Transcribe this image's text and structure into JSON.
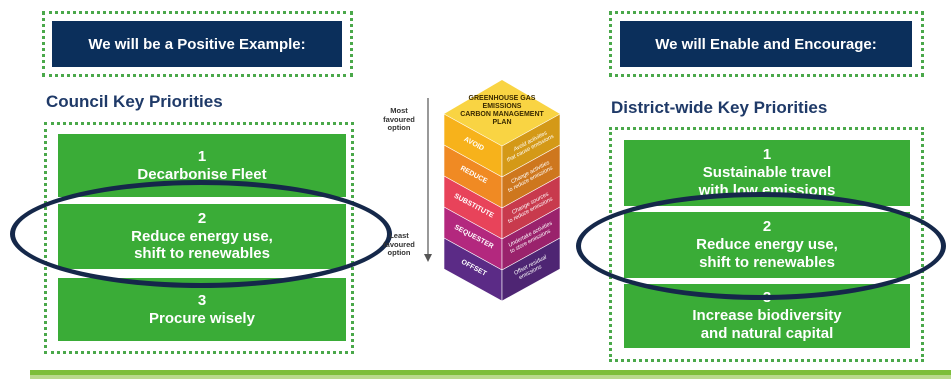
{
  "left_panel": {
    "banner": "We will be a Positive Example:",
    "heading": "Council Key Priorities",
    "items": [
      {
        "number": "1",
        "line1": "Decarbonise Fleet",
        "line2": ""
      },
      {
        "number": "2",
        "line1": "Reduce energy use,",
        "line2": "shift to renewables"
      },
      {
        "number": "3",
        "line1": "Procure wisely",
        "line2": ""
      }
    ]
  },
  "right_panel": {
    "banner": "We will Enable and Encourage:",
    "heading": "District-wide Key Priorities",
    "items": [
      {
        "number": "1",
        "line1": "Sustainable travel",
        "line2": "with low emissions"
      },
      {
        "number": "2",
        "line1": "Reduce energy use,",
        "line2": "shift to renewables"
      },
      {
        "number": "3",
        "line1": "Increase biodiversity",
        "line2": "and natural capital"
      }
    ]
  },
  "hierarchy": {
    "top_label": [
      "GREENHOUSE GAS",
      "EMISSIONS",
      "CARBON MANAGEMENT",
      "PLAN"
    ],
    "most_favoured": [
      "Most",
      "favoured",
      "option"
    ],
    "least_favoured": [
      "Least",
      "favoured",
      "option"
    ],
    "levels": [
      {
        "name": "AVOID",
        "desc1": "Avoid activities",
        "desc2": "that cause emissions",
        "color": "#f7b21b"
      },
      {
        "name": "REDUCE",
        "desc1": "Change activities",
        "desc2": "to reduce emissions",
        "color": "#f08a23"
      },
      {
        "name": "SUBSTITUTE",
        "desc1": "Change sources",
        "desc2": "to reduce emissions",
        "color": "#e8435a"
      },
      {
        "name": "SEQUESTER",
        "desc1": "Undertake activities",
        "desc2": "to store emissions",
        "color": "#b3287e"
      },
      {
        "name": "OFFSET",
        "desc1": "Offset residual",
        "desc2": "emissions",
        "color": "#5b2b86"
      }
    ],
    "top_color": "#f9d443"
  },
  "colors": {
    "banner": "#0b2f5b",
    "heading": "#1f3a68",
    "card_green": "#3aac37",
    "dotted_border": "#4aa84a",
    "oval": "#15284a",
    "bottom_bar": "#7dbe3a"
  }
}
